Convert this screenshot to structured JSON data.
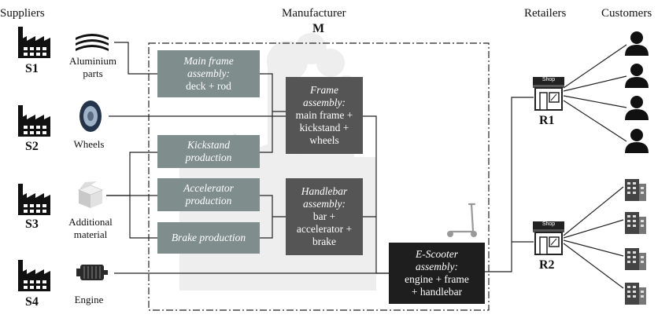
{
  "headers": {
    "suppliers": "Suppliers",
    "manufacturer": "Manufacturer",
    "manufacturer_code": "M",
    "retailers": "Retailers",
    "customers": "Customers"
  },
  "suppliers": [
    {
      "id": "S1",
      "material": [
        "Aluminium",
        "parts"
      ]
    },
    {
      "id": "S2",
      "material": [
        "Wheels"
      ]
    },
    {
      "id": "S3",
      "material": [
        "Additional",
        "material"
      ]
    },
    {
      "id": "S4",
      "material": [
        "Engine"
      ]
    }
  ],
  "processes": {
    "main_frame": {
      "title": [
        "Main frame",
        "assembly:"
      ],
      "body": [
        "deck + rod"
      ]
    },
    "kickstand": {
      "title": [
        "Kickstand",
        "production"
      ],
      "body": []
    },
    "accelerator": {
      "title": [
        "Accelerator",
        "production"
      ],
      "body": []
    },
    "brake": {
      "title": [
        "Brake production"
      ],
      "body": []
    },
    "frame": {
      "title": [
        "Frame",
        "assembly:"
      ],
      "body": [
        "main frame +",
        "kickstand +",
        "wheels"
      ]
    },
    "handlebar": {
      "title": [
        "Handlebar",
        "assembly:"
      ],
      "body": [
        "bar +",
        "accelerator +",
        "brake"
      ]
    },
    "escooter": {
      "title": [
        "E-Scooter",
        "assembly:"
      ],
      "body": [
        "engine + frame",
        "+ handlebar"
      ]
    }
  },
  "retailers": [
    {
      "id": "R1",
      "sign": "Shop"
    },
    {
      "id": "R2",
      "sign": "Shop"
    }
  ],
  "colors": {
    "light_box": "#7f8e8c",
    "dark_box": "#555555",
    "black_box": "#1e1e1e",
    "factory_watermark": "#eeeeee"
  }
}
